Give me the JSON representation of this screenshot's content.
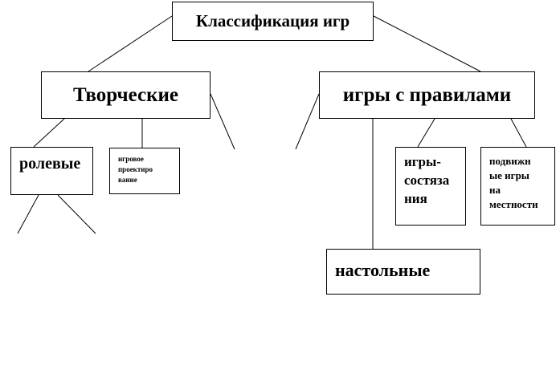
{
  "diagram": {
    "root": {
      "label": "Классификация игр"
    },
    "creative": {
      "label": "Творческие"
    },
    "rules": {
      "label": "игры с правилами"
    },
    "role": {
      "label": "ролевые"
    },
    "building": {
      "lines": [
        "игровое",
        "проектиро",
        "вание"
      ]
    },
    "competition": {
      "lines": [
        "игры-",
        "состяза",
        "ния"
      ]
    },
    "outdoor": {
      "lines": [
        "подвижн",
        "ые игры",
        "на",
        "местности"
      ]
    },
    "board": {
      "label": "настольные"
    }
  }
}
